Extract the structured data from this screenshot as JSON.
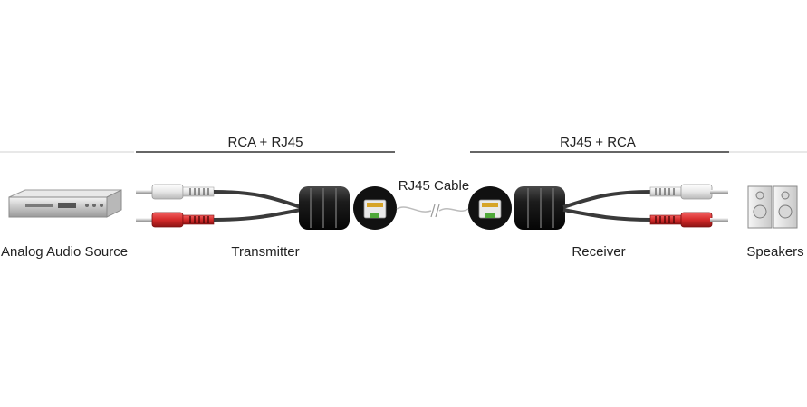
{
  "labels": {
    "left_segment": "RCA + RJ45",
    "right_segment": "RJ45 + RCA",
    "cable": "RJ45 Cable",
    "source": "Analog Audio Source",
    "transmitter": "Transmitter",
    "receiver": "Receiver",
    "speakers": "Speakers"
  },
  "colors": {
    "rca_white": "#f2f2f2",
    "rca_red": "#d42a2a",
    "balun_body": "#1c1c1c",
    "cable": "#3a3a3a",
    "segment_line": "#666666",
    "thin_line": "#d0d0d0",
    "rj45_port": "#4fa83a"
  }
}
